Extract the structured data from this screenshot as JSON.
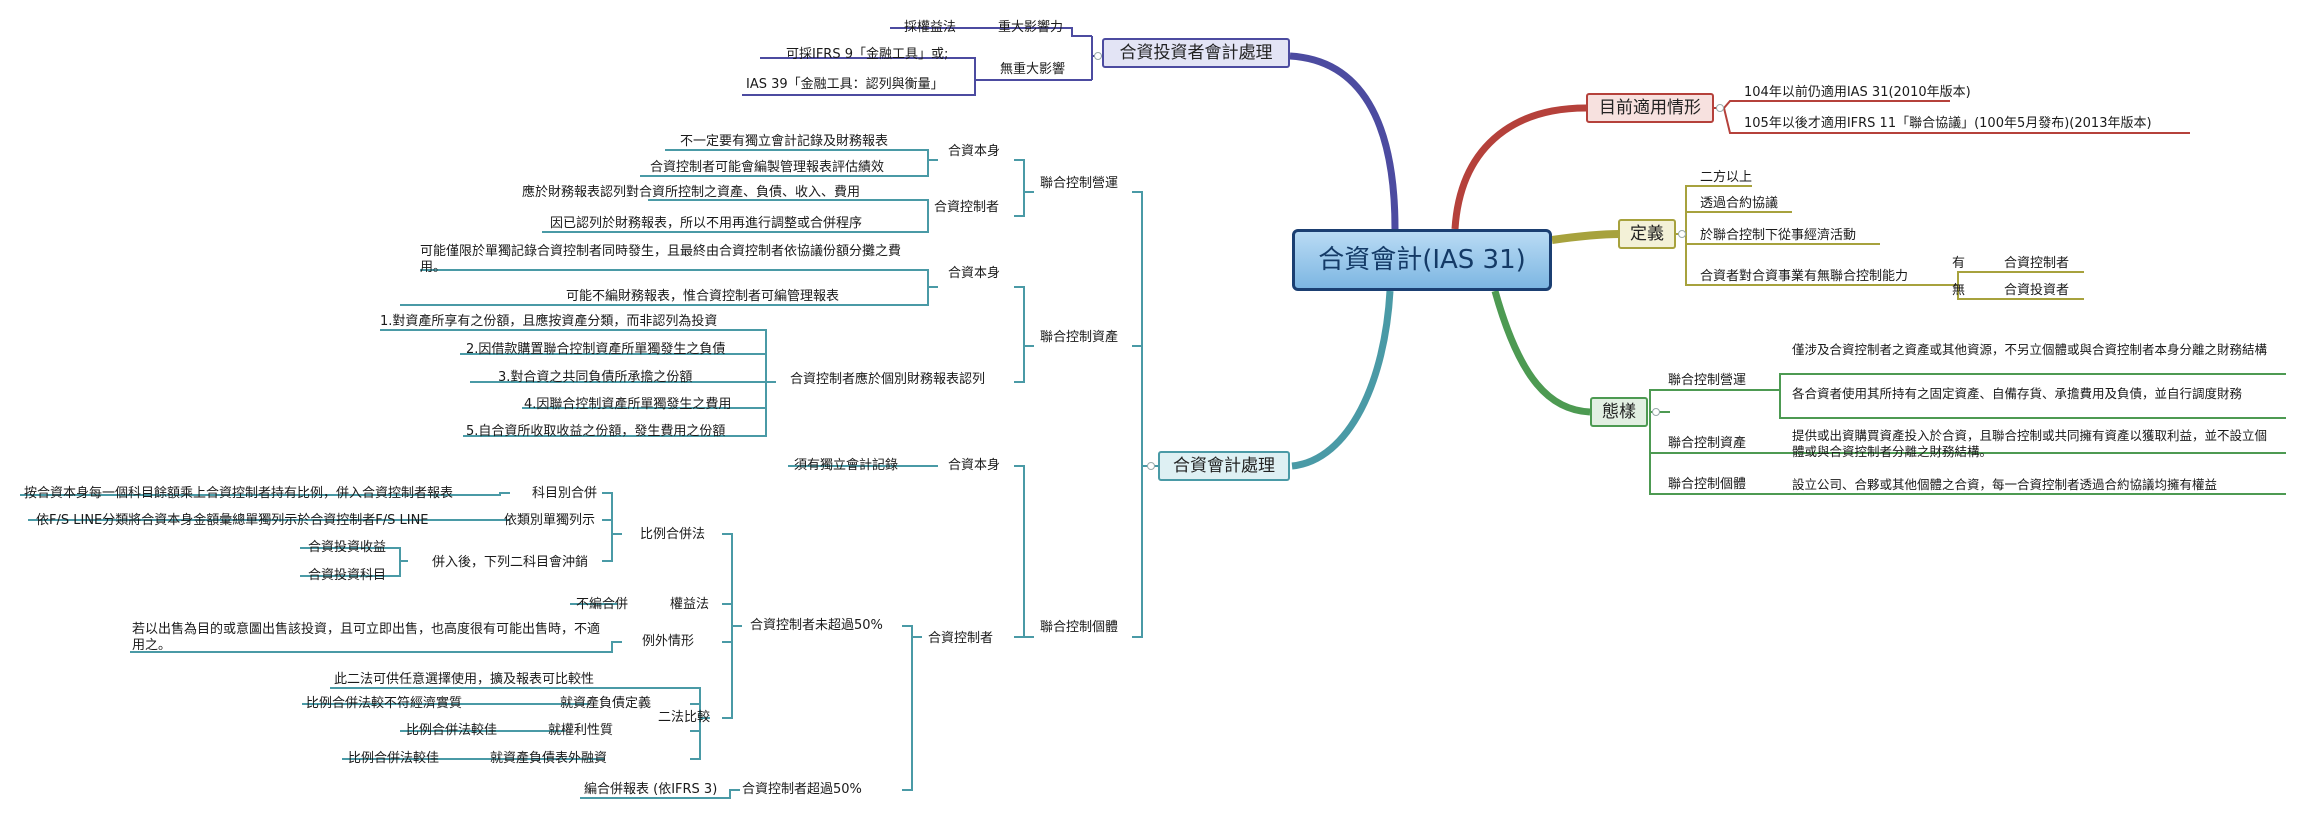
{
  "central": {
    "title": "合資會計(IAS 31)"
  },
  "branches": {
    "investor": {
      "title": "合資投資者會計處理",
      "significant": {
        "label": "重大影響力",
        "child": "採權益法"
      },
      "not_significant": {
        "label": "無重大影響",
        "line1": "可採IFRS 9「金融工具」或;",
        "line2": "IAS 39「金融工具：認列與衡量」"
      }
    },
    "current": {
      "title": "目前適用情形",
      "items": [
        "104年以前仍適用IAS 31(2010年版本)",
        "105年以後才適用IFRS 11「聯合協議」(100年5月發布)(2013年版本)"
      ]
    },
    "definition": {
      "title": "定義",
      "items": [
        "二方以上",
        "透過合約協議",
        "於聯合控制下從事經濟活動",
        "合資者對合資事業有無聯合控制能力"
      ],
      "yes": {
        "label": "有",
        "value": "合資控制者"
      },
      "no": {
        "label": "無",
        "value": "合資投資者"
      }
    },
    "forms": {
      "title": "態樣",
      "operation": {
        "label": "聯合控制營運",
        "desc1": "僅涉及合資控制者之資產或其他資源，不另立個體或與合資控制者本身分離之財務結構",
        "desc2": "各合資者使用其所持有之固定資產、自備存貨、承擔費用及負債，並自行調度財務"
      },
      "asset": {
        "label": "聯合控制資產",
        "desc": "提供或出資購買資產投入於合資，且聯合控制或共同擁有資產以獲取利益，並不設立個體或與合資控制者分離之財務結構。"
      },
      "entity": {
        "label": "聯合控制個體",
        "desc": "設立公司、合夥或其他個體之合資，每一合資控制者透過合約協議均擁有權益"
      }
    },
    "accounting": {
      "title": "合資會計處理",
      "jco": {
        "label": "聯合控制營運",
        "self": {
          "label": "合資本身",
          "items": [
            "不一定要有獨立會計記錄及財務報表",
            "合資控制者可能會編製管理報表評估績效"
          ]
        },
        "controller": {
          "label": "合資控制者",
          "items": [
            "應於財務報表認列對合資所控制之資產、負債、收入、費用",
            "因已認列於財務報表，所以不用再進行調整或合併程序"
          ]
        }
      },
      "jca": {
        "label": "聯合控制資產",
        "self": {
          "label": "合資本身",
          "items": [
            "可能僅限於單獨記錄合資控制者同時發生，且最終由合資控制者依協議份額分攤之費用。",
            "可能不編財務報表，惟合資控制者可編管理報表"
          ]
        },
        "controller": {
          "label": "合資控制者應於個別財務報表認列",
          "items": [
            "1.對資產所享有之份額，且應按資產分類，而非認列為投資",
            "2.因借款購置聯合控制資產所單獨發生之負債",
            "3.對合資之共同負債所承擔之份額",
            "4.因聯合控制資產所單獨發生之費用",
            "5.自合資所收取收益之份額，發生費用之份額"
          ]
        }
      },
      "jce": {
        "label": "聯合控制個體",
        "self": {
          "label": "合資本身",
          "child": "須有獨立會計記錄"
        },
        "controller": {
          "label": "合資控制者",
          "under50": {
            "label": "合資控制者未超過50%",
            "proportional": {
              "label": "比例合併法",
              "by_item": {
                "label": "科目別合併",
                "child": "按合資本身每一個科目餘額乘上合資控制者持有比例，併入合資控制者報表"
              },
              "separate_line": {
                "label": "依類別單獨列示",
                "child": "依F/S LINE分類將合資本身金額彙總單獨列示於合資控制者F/S LINE"
              },
              "offset": {
                "label": "併入後，下列二科目會沖銷",
                "items": [
                  "合資投資收益",
                  "合資投資科目"
                ]
              }
            },
            "equity": {
              "label": "權益法",
              "child": "不編合併"
            },
            "exception": {
              "label": "例外情形",
              "child": "若以出售為目的或意圖出售該投資，且可立即出售，也高度很有可能出售時，不適用之。"
            },
            "compare": {
              "label": "二法比較",
              "items": [
                "此二法可供任意選擇使用，擴及報表可比較性"
              ],
              "asset_def": {
                "label": "就資產負債定義",
                "child": "比例合併法較不符經濟實質"
              },
              "rights": {
                "label": "就權利性質",
                "child": "比例合併法較佳"
              },
              "offbs": {
                "label": "就資產負債表外融資",
                "child": "比例合併法較佳"
              }
            }
          },
          "over50": {
            "label": "合資控制者超過50%",
            "child": "編合併報表 (依IFRS 3)"
          }
        }
      }
    }
  },
  "colors": {
    "purple": "#4c4ba0",
    "red": "#b5413b",
    "olive": "#a7a23d",
    "green": "#4d9a52",
    "teal": "#4a9aa6",
    "central_border": "#1b3f72"
  }
}
